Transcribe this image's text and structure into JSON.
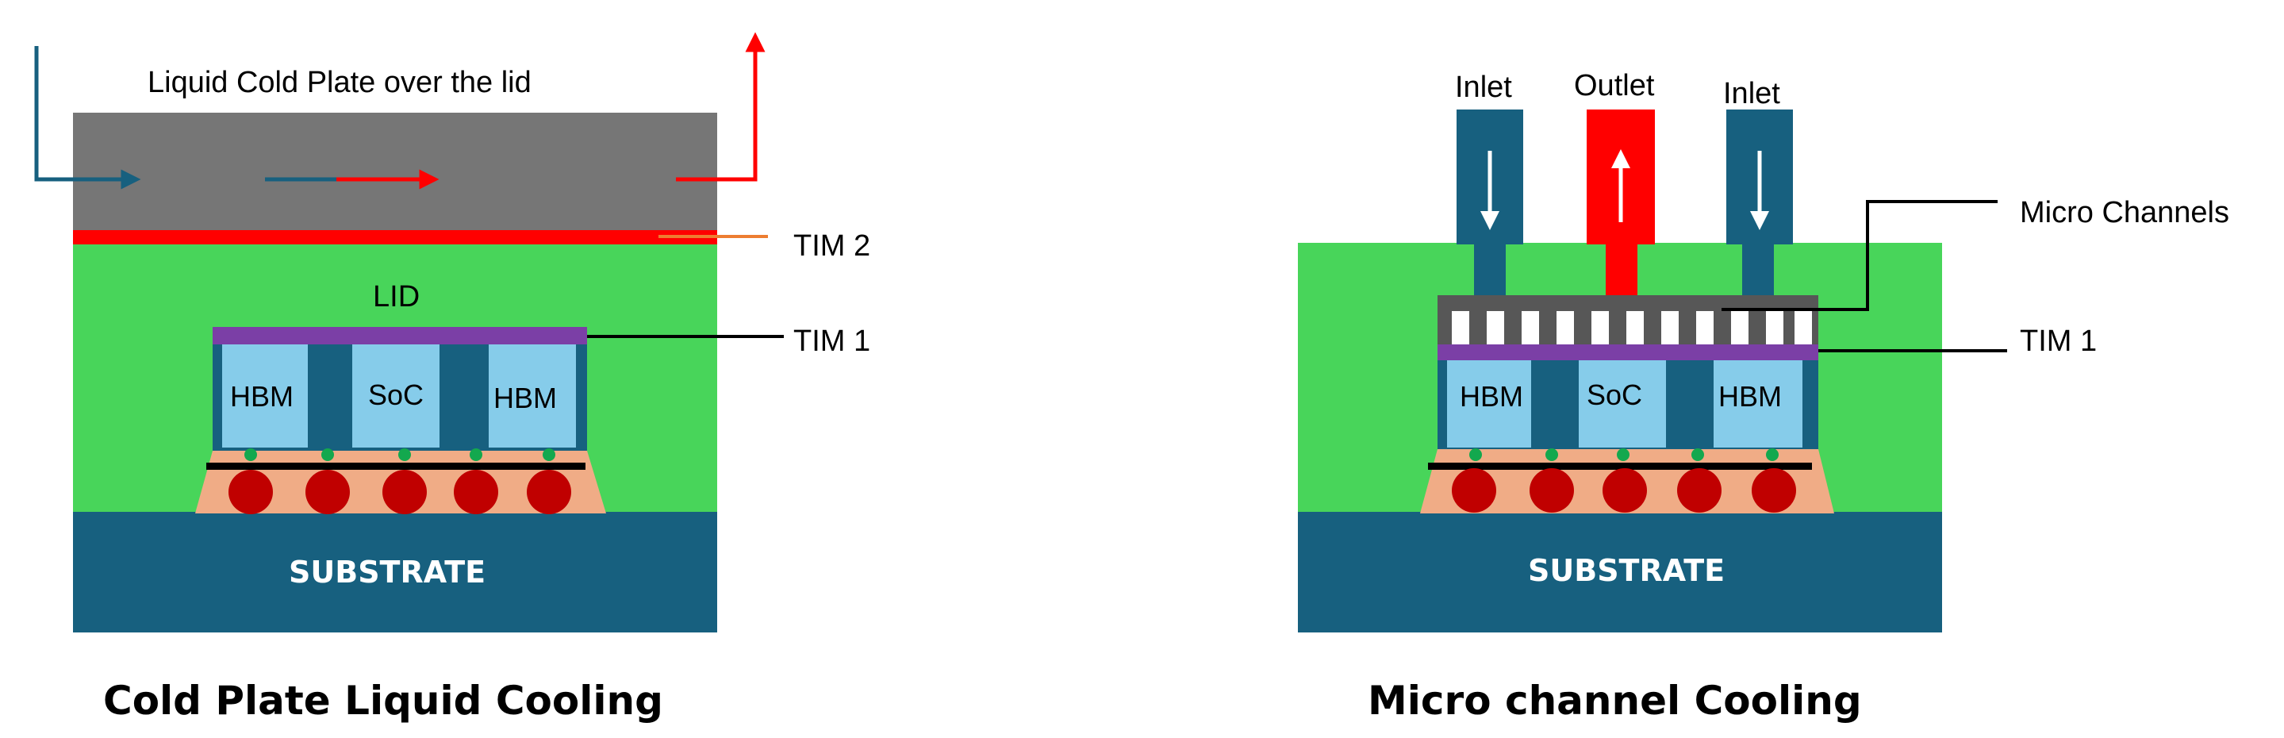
{
  "colors": {
    "substrate": "#17607F",
    "lid": "#48D55A",
    "cold_plate": "#767676",
    "tim2": "#FF0000",
    "tim1": "#7B3FA6",
    "die": "#86CCEA",
    "die_frame": "#17607F",
    "interposer": "#F0AC86",
    "solder_ball": "#C00000",
    "micro_bump": "#13A84E",
    "inlet_flow": "#17607F",
    "outlet_flow": "#FF0000",
    "tim2_leader": "#ED7D31",
    "micro_channel_block": "#575757"
  },
  "left_diagram": {
    "cold_plate_label": "Liquid Cold Plate over the lid",
    "tim2_label": "TIM 2",
    "lid_label": "LID",
    "tim1_label": "TIM 1",
    "die_labels": [
      "HBM",
      "SoC",
      "HBM"
    ],
    "substrate_label": "SUBSTRATE",
    "caption": "Cold Plate Liquid Cooling",
    "icons": [
      "inlet-arrow-icon",
      "flow-arrow-icon",
      "outlet-arrow-icon"
    ]
  },
  "right_diagram": {
    "pipe_labels": [
      "Inlet",
      "Outlet",
      "Inlet"
    ],
    "micro_channels_label": "Micro Channels",
    "tim1_label": "TIM 1",
    "die_labels": [
      "HBM",
      "SoC",
      "HBM"
    ],
    "substrate_label": "SUBSTRATE",
    "caption": "Micro channel Cooling",
    "icons": [
      "down-arrow-icon",
      "up-arrow-icon",
      "down-arrow-icon"
    ]
  }
}
